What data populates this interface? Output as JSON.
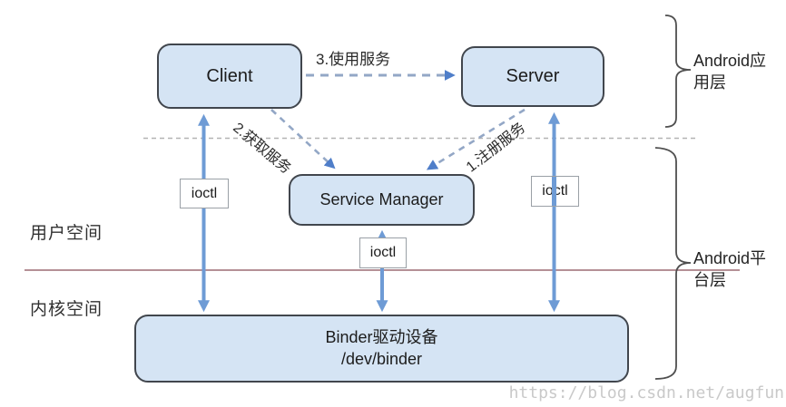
{
  "diagram": {
    "title_context": "Android Binder IPC architecture diagram",
    "nodes": {
      "client": {
        "label": "Client"
      },
      "server": {
        "label": "Server"
      },
      "service_manager": {
        "label": "Service Manager"
      },
      "binder_driver": {
        "line1": "Binder驱动设备",
        "line2": "/dev/binder"
      }
    },
    "ioctl": {
      "label": "ioctl"
    },
    "arrows": {
      "use_service": {
        "label": "3.使用服务"
      },
      "get_service": {
        "label": "2.获取服务"
      },
      "register_service": {
        "label": "1.注册服务"
      }
    },
    "regions": {
      "user_space": {
        "label": "用户空间"
      },
      "kernel_space": {
        "label": "内核空间"
      }
    },
    "layers": {
      "app": {
        "lines": [
          "Android应",
          "用层"
        ]
      },
      "platform": {
        "lines": [
          "Android平",
          "台层"
        ]
      }
    },
    "watermark": "https://blog.csdn.net/augfun",
    "colors": {
      "node_fill": "#d5e4f4",
      "node_border": "#41464d",
      "solid_arrow_blue": "#6e9bd5",
      "dashed_arrow_gray_blue": "#93a7c6",
      "dashed_arrowhead_blue": "#4f7ec9",
      "user_kernel_divider_red": "#b59096",
      "layer_divider_gray": "#b3b3b3",
      "brace_gray": "#4f4f4f",
      "watermark_gray": "#c9c9c9"
    }
  }
}
